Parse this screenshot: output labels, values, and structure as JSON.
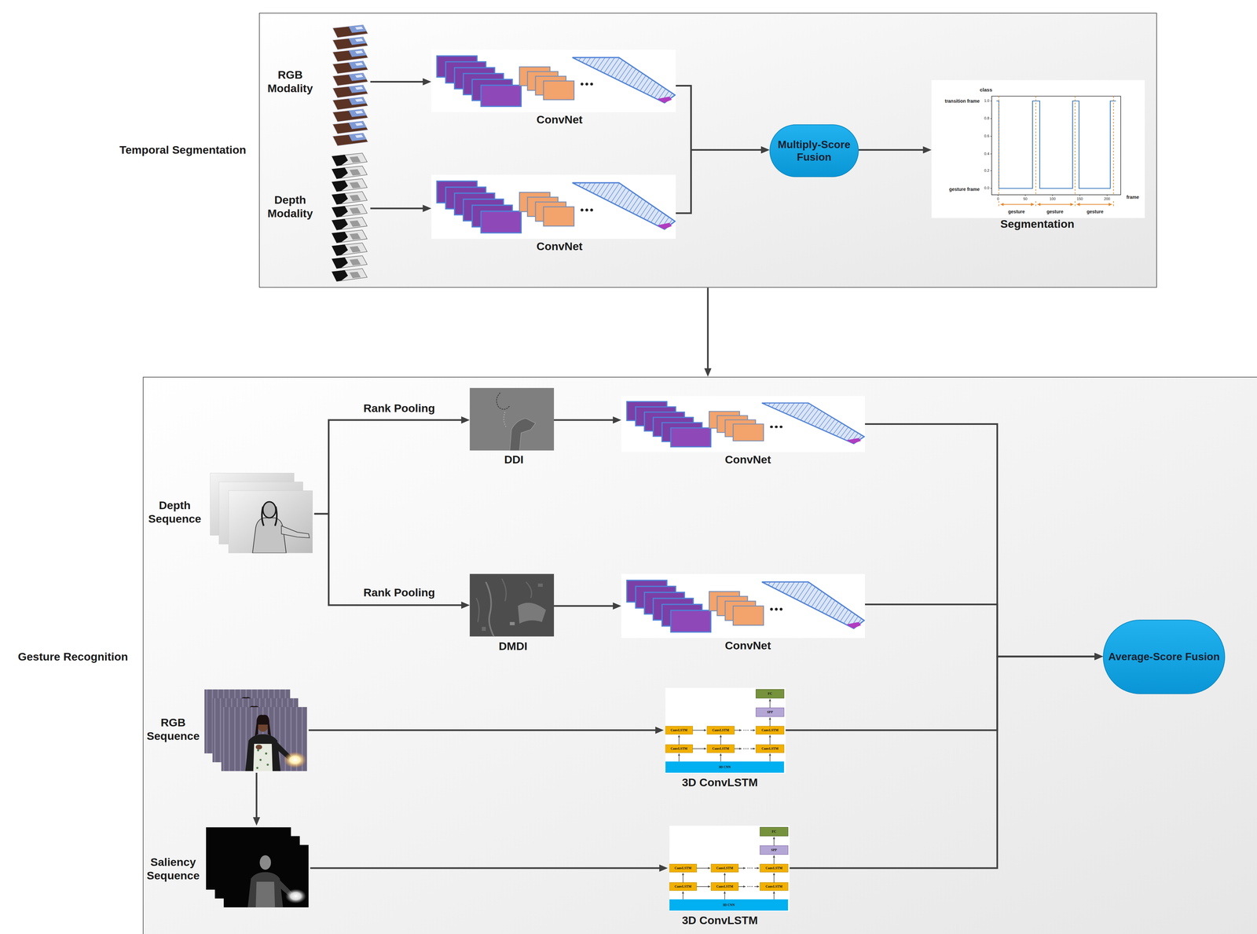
{
  "diagram": {
    "nodes": [
      {
        "text": [
          "Temporal Segmentation"
        ]
      },
      {
        "text": [
          "RGB Modality"
        ],
        "in": 0
      },
      {
        "text": [
          "ConvNet"
        ],
        "in": 0
      },
      {
        "text": [
          "Depth Modality"
        ],
        "in": 0
      },
      {
        "text": [
          "ConvNet"
        ],
        "in": 0
      },
      {
        "text": [
          "Multiply-Score Fusion"
        ],
        "in": 0
      },
      {
        "text": [
          "Segmentation"
        ],
        "in": 0
      },
      {
        "text": [
          "Gesture Recognition"
        ]
      },
      {
        "text": [
          "Depth Sequence"
        ],
        "in": 7
      },
      {
        "text": [
          "DDI"
        ],
        "in": 7
      },
      {
        "text": [
          "DMDI"
        ],
        "in": 7
      },
      {
        "text": [
          "ConvNet"
        ],
        "in": 7
      },
      {
        "text": [
          "ConvNet"
        ],
        "in": 7
      },
      {
        "text": [
          "RGB Sequence"
        ],
        "in": 7
      },
      {
        "text": [
          "Saliency Sequence"
        ],
        "in": 7
      },
      {
        "text": [
          "3D ConvLSTM"
        ],
        "in": 7
      },
      {
        "text": [
          "3D ConvLSTM"
        ],
        "in": 7
      },
      {
        "text": [
          "Average-Score Fusion"
        ],
        "in": 7
      }
    ],
    "edges": [
      {
        "from": 1,
        "to": 2,
        "arrow": "to"
      },
      {
        "from": 3,
        "to": 4,
        "arrow": "to"
      },
      {
        "from": 2,
        "to": 5,
        "arrow": "to"
      },
      {
        "from": 4,
        "to": 5,
        "arrow": "to"
      },
      {
        "from": 5,
        "to": 6,
        "arrow": "to"
      },
      {
        "from": 0,
        "to": 7,
        "arrow": "to"
      },
      {
        "from": 8,
        "to": 9,
        "label": "Rank Pooling",
        "arrow": "to"
      },
      {
        "from": 8,
        "to": 10,
        "label": "Rank Pooling",
        "arrow": "to"
      },
      {
        "from": 9,
        "to": 11,
        "arrow": "to"
      },
      {
        "from": 10,
        "to": 12,
        "arrow": "to"
      },
      {
        "from": 13,
        "to": 15,
        "arrow": "to"
      },
      {
        "from": 13,
        "to": 14,
        "arrow": "to"
      },
      {
        "from": 14,
        "to": 16,
        "arrow": "to"
      },
      {
        "from": 11,
        "to": 17,
        "arrow": "to"
      },
      {
        "from": 12,
        "to": 17,
        "arrow": "to"
      },
      {
        "from": 15,
        "to": 17,
        "arrow": "to"
      },
      {
        "from": 16,
        "to": 17,
        "arrow": "to"
      }
    ],
    "labels": [
      "class",
      "transition frame",
      "1.0",
      "0.8",
      "0.6",
      "0.4",
      "0.2",
      "0.0",
      "gesture frame",
      "0",
      "50",
      "100",
      "150",
      "200",
      "frame",
      "gesture",
      "gesture",
      "gesture",
      "FC",
      "SPP",
      "ConvLSTM",
      "ConvLSTM",
      "ConvLSTM",
      "ConvLSTM",
      "ConvLSTM",
      "ConvLSTM",
      "3D CNN",
      "FC",
      "SPP",
      "ConvLSTM",
      "ConvLSTM",
      "ConvLSTM",
      "ConvLSTM",
      "ConvLSTM",
      "ConvLSTM",
      "3D CNN"
    ]
  }
}
